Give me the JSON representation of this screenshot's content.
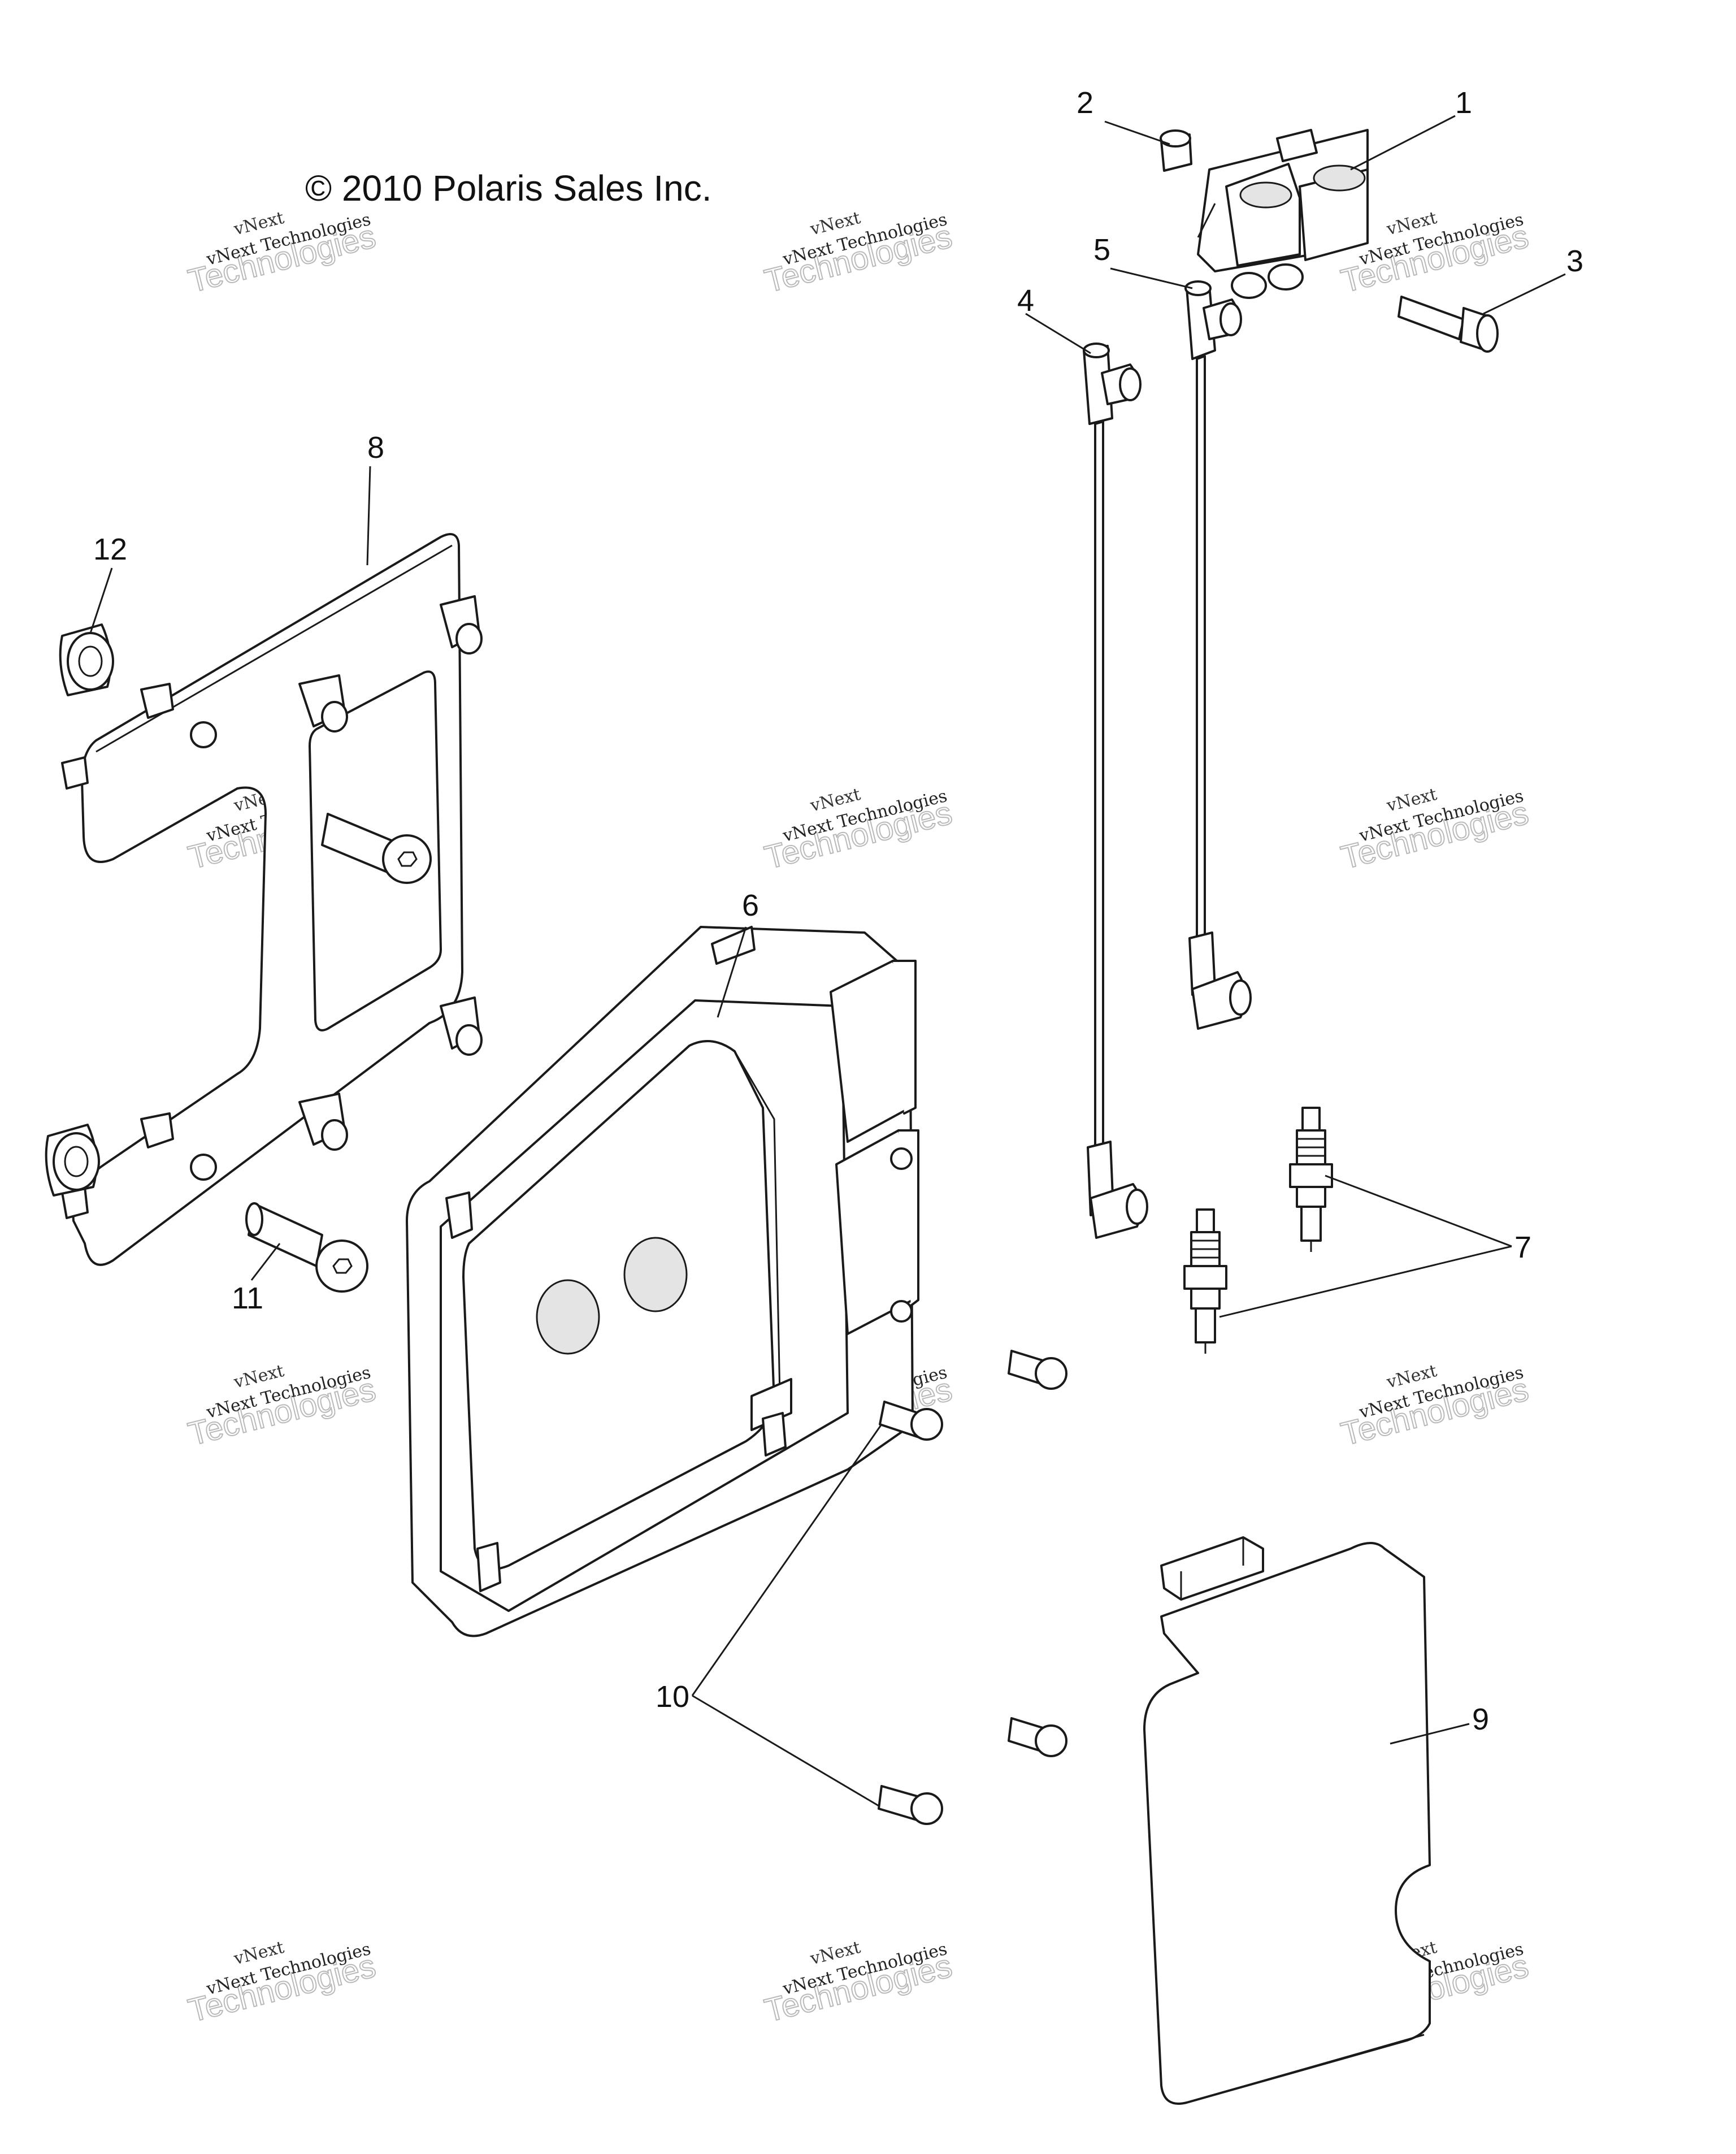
{
  "copyright": "© 2010 Polaris Sales Inc.",
  "watermark": {
    "line1": "vNext",
    "line2": "Technologies",
    "line3": "vNext Technologies"
  },
  "callouts": [
    "1",
    "2",
    "3",
    "4",
    "5",
    "6",
    "7",
    "8",
    "9",
    "10",
    "11",
    "12"
  ],
  "parts": [
    {
      "ref": "1",
      "name": "ignition-coil"
    },
    {
      "ref": "2",
      "name": "coil-spacer"
    },
    {
      "ref": "3",
      "name": "coil-bolt"
    },
    {
      "ref": "4",
      "name": "spark-plug-wire-1"
    },
    {
      "ref": "5",
      "name": "spark-plug-wire-2"
    },
    {
      "ref": "6",
      "name": "ecu-module"
    },
    {
      "ref": "7",
      "name": "spark-plugs"
    },
    {
      "ref": "8",
      "name": "mounting-bracket"
    },
    {
      "ref": "9",
      "name": "cover-panel"
    },
    {
      "ref": "10",
      "name": "screws"
    },
    {
      "ref": "11",
      "name": "bracket-bolt"
    },
    {
      "ref": "12",
      "name": "flange-nut"
    }
  ],
  "colors": {
    "line": "#1a1a1a",
    "background": "#ffffff",
    "watermark": "#b9b9b9"
  }
}
